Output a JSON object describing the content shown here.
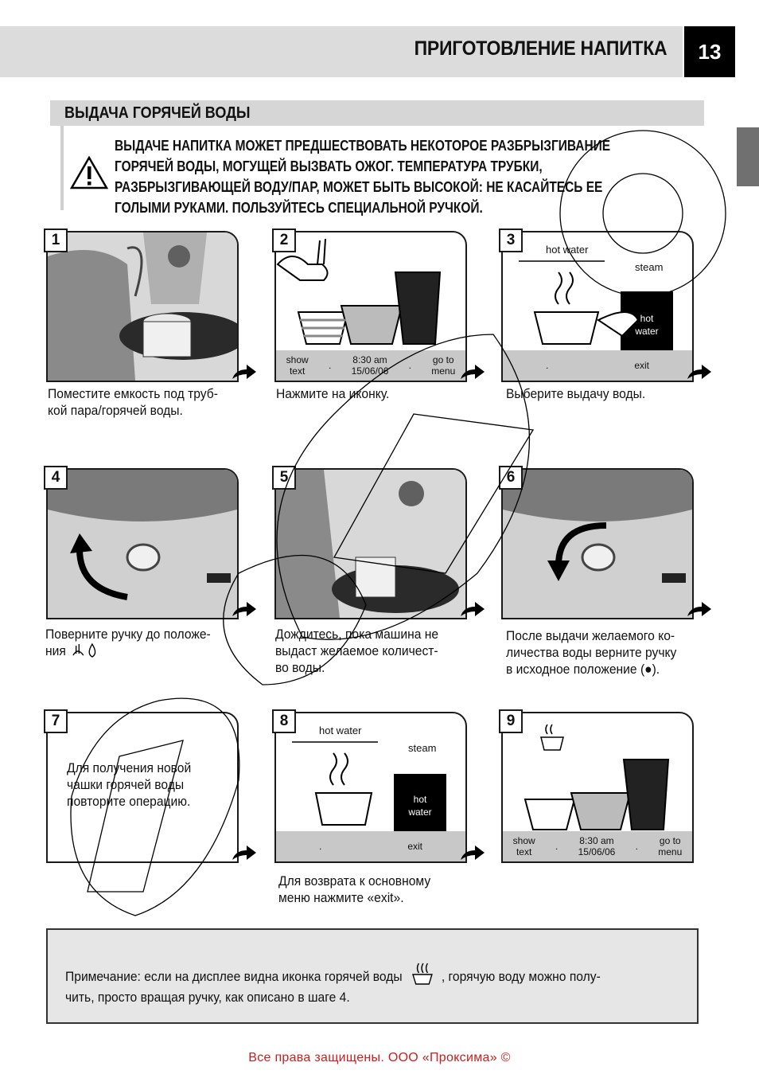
{
  "header": {
    "title": "ПРИГОТОВЛЕНИЕ НАПИТКА",
    "page_number": "13"
  },
  "section": {
    "title": "ВЫДАЧА ГОРЯЧЕЙ ВОДЫ"
  },
  "warning": {
    "icon": "warning-triangle-icon",
    "text": "ВЫДАЧЕ НАПИТКА МОЖЕТ ПРЕДШЕСТВОВАТЬ НЕКОТОРОЕ РАЗБРЫЗГИВАНИЕ ГОРЯЧЕЙ ВОДЫ, МОГУЩЕЙ ВЫЗВАТЬ ОЖОГ. ТЕМПЕРАТУРА ТРУБКИ, РАЗБРЫЗГИВАЮЩЕЙ ВОДУ/ПАР, МОЖЕТ БЫТЬ ВЫСОКОЙ: НЕ КАСАЙТЕСЬ ЕЕ ГОЛЫМИ РУКАМИ. ПОЛЬЗУЙТЕСЬ СПЕЦИАЛЬНОЙ РУЧКОЙ."
  },
  "steps": [
    {
      "num": "1",
      "caption": "Поместите емкость под труб-\nкой пара/горячей воды."
    },
    {
      "num": "2",
      "caption": "Нажмите на иконку."
    },
    {
      "num": "3",
      "caption": "Выберите выдачу воды."
    },
    {
      "num": "4",
      "caption": "Поверните ручку до положе-\nния"
    },
    {
      "num": "5",
      "caption": "Дождитесь, пока машина не\nвыдаст желаемое количест-\nво воды."
    },
    {
      "num": "6",
      "caption": "После выдачи желаемого ко-\nличества воды верните ручку\nв исходное положение (●)."
    },
    {
      "num": "7",
      "caption": "Для получения новой\nчашки горячей воды\nповторите операцию."
    },
    {
      "num": "8",
      "caption": "Для возврата к основному\nменю нажмите «exit»."
    },
    {
      "num": "9",
      "caption": ""
    }
  ],
  "lcd_main": {
    "show": "show\ntext",
    "time": "8:30 am\n15/06/06",
    "menu": "go to\nmenu",
    "dot": "."
  },
  "lcd_hot": {
    "title": "hot water",
    "steam": "steam",
    "hot": "hot\nwater",
    "exit": "exit",
    "dot": "."
  },
  "note": {
    "before": "Примечание: если на дисплее видна иконка горячей воды",
    "after": ", горячую воду можно полу-\nчить, просто вращая ручку, как описано в шаге 4."
  },
  "footer": "Все права защищены. ООО «Проксима» ©"
}
